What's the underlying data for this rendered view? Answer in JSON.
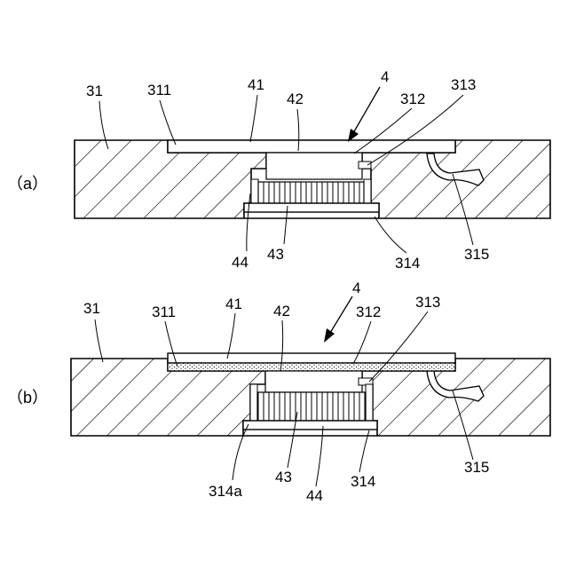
{
  "figure": {
    "panels": [
      {
        "id": "a",
        "label": "（a）",
        "labels": {
          "l31": "31",
          "l311": "311",
          "l41": "41",
          "l42": "42",
          "l4": "4",
          "l312": "312",
          "l313": "313",
          "l44": "44",
          "l43": "43",
          "l314": "314",
          "l315": "315"
        }
      },
      {
        "id": "b",
        "label": "（b）",
        "labels": {
          "l31": "31",
          "l311": "311",
          "l41": "41",
          "l42": "42",
          "l4": "4",
          "l312": "312",
          "l313": "313",
          "l314a": "314a",
          "l43": "43",
          "l44": "44",
          "l314": "314",
          "l315": "315"
        }
      }
    ]
  }
}
